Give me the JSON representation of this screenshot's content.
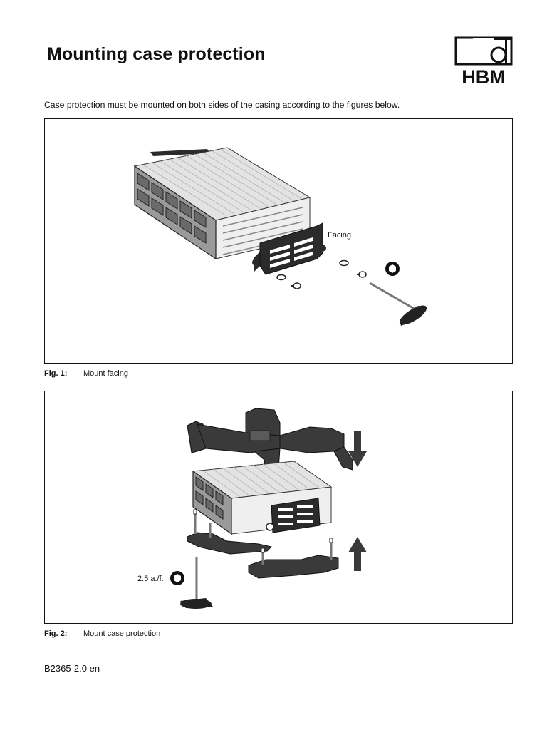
{
  "header": {
    "title": "Mounting case protection",
    "logo_text": "HBM"
  },
  "intro_text": "Case protection must be mounted on both sides of the casing according to the figures below.",
  "figures": [
    {
      "number": "Fig. 1:",
      "caption": "Mount facing",
      "labels": {
        "facing": "Facing"
      }
    },
    {
      "number": "Fig. 2:",
      "caption": "Mount case protection",
      "labels": {
        "wrench_size": "2.5 a./f."
      }
    }
  ],
  "footer": {
    "doc_id": "B2365-2.0 en"
  },
  "icons": [
    "hex-socket-icon",
    "arrow-down-icon",
    "arrow-up-icon",
    "hex-key-icon"
  ],
  "colors": {
    "text": "#111111",
    "part_dark": "#2b2b2b",
    "casing_light": "#e6e6e6"
  }
}
